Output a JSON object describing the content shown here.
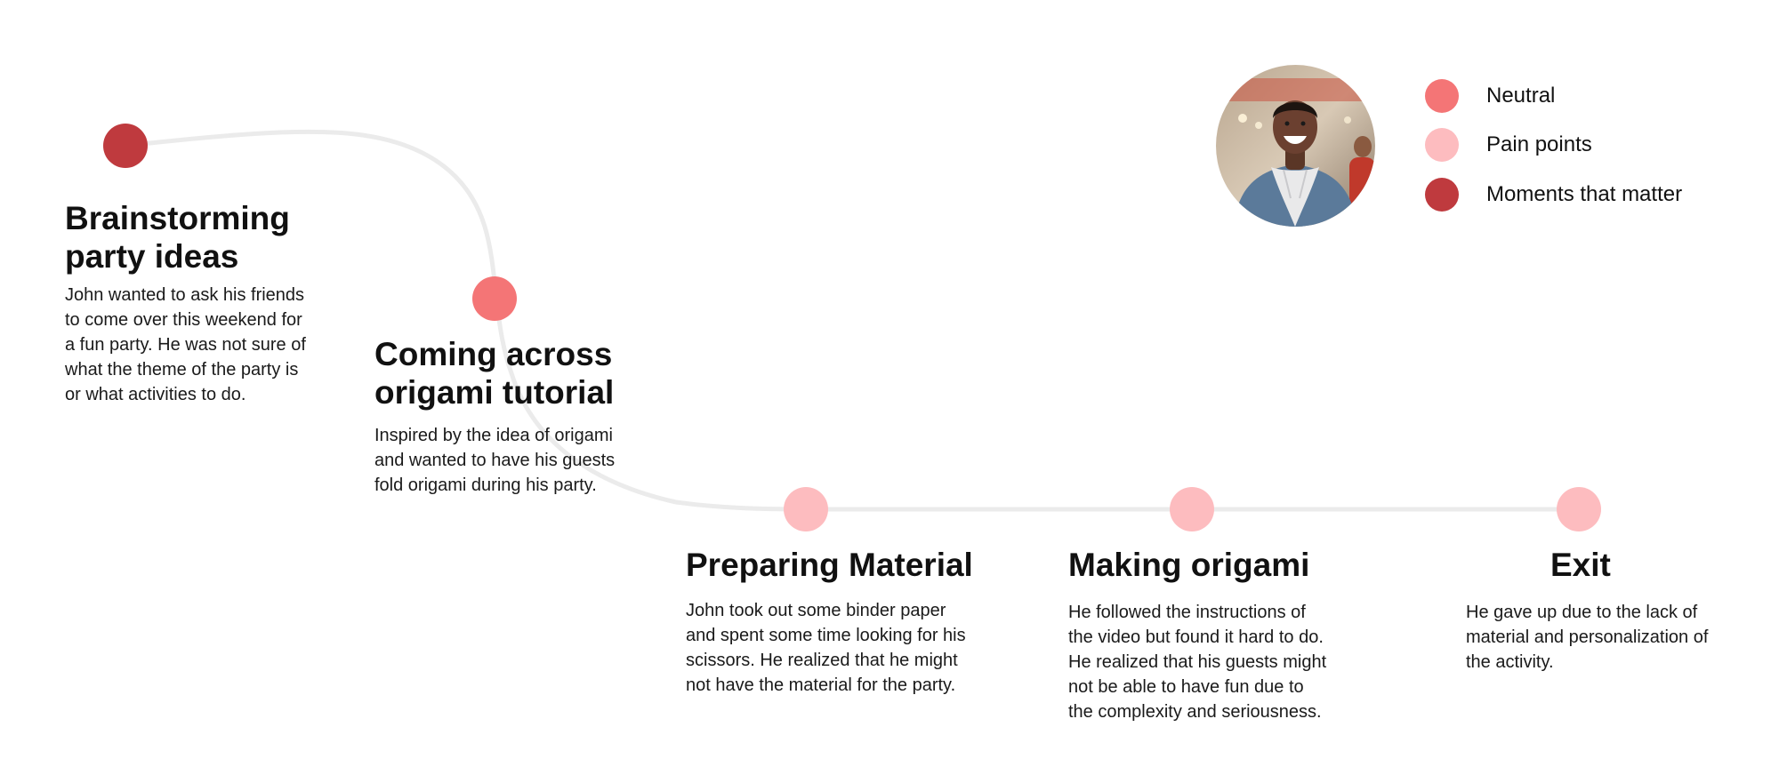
{
  "legend": {
    "items": [
      {
        "label": "Neutral",
        "color": "#f47576"
      },
      {
        "label": "Pain points",
        "color": "#fdbcbf"
      },
      {
        "label": "Moments that matter",
        "color": "#bf3a3e"
      }
    ]
  },
  "persona": {
    "photo_icon": "smiling-man-portrait-icon",
    "shirt_color": "#5b7a9a",
    "hoodie_color": "#e9e9ea"
  },
  "stages": [
    {
      "title": "Brainstorming party ideas",
      "title_lines": [
        "Brainstorming",
        "party ideas"
      ],
      "description_lines": [
        "John wanted to ask his friends",
        "to come over this weekend for",
        "a fun party. He was not sure of",
        "what the theme of the party is",
        "or what activities to do."
      ],
      "category": "Moments that matter"
    },
    {
      "title": "Coming across origami tutorial",
      "title_lines": [
        "Coming across",
        "origami tutorial"
      ],
      "description_lines": [
        "Inspired by the idea of origami",
        "and wanted to have his guests",
        "fold origami during his party."
      ],
      "category": "Neutral"
    },
    {
      "title": "Preparing Material",
      "title_lines": [
        "Preparing Material"
      ],
      "description_lines": [
        "John took out some binder paper",
        "and spent some time looking for his",
        "scissors. He realized that he might",
        "not have the material for the party."
      ],
      "category": "Pain points"
    },
    {
      "title": "Making origami",
      "title_lines": [
        "Making origami"
      ],
      "description_lines": [
        "He followed the instructions of",
        "the video but found it hard to do.",
        "He realized that his guests might",
        "not be able to have fun due to",
        "the complexity and seriousness."
      ],
      "category": "Pain points"
    },
    {
      "title": "Exit",
      "title_lines": [
        "Exit"
      ],
      "description_lines": [
        "He gave up due to the lack of",
        "material and personalization of",
        "the activity."
      ],
      "category": "Pain points"
    }
  ],
  "path_color": "#ebebeb"
}
